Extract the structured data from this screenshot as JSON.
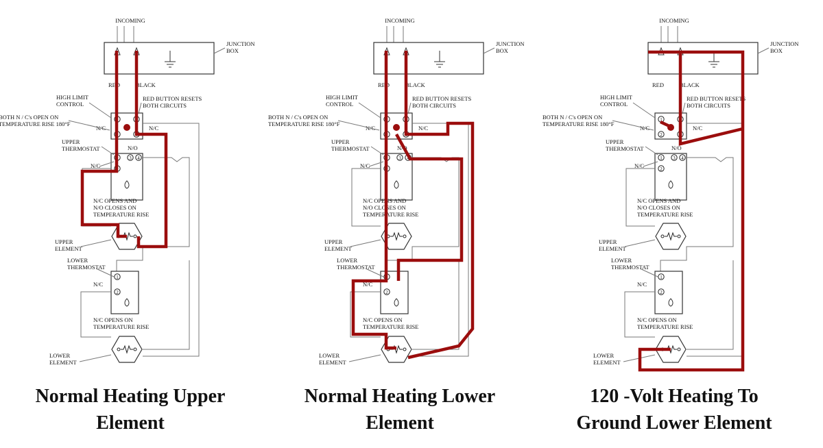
{
  "colors": {
    "wire_red": "#9b0d0d",
    "line": "#333333",
    "background": "#ffffff"
  },
  "labels": {
    "incoming": "INCOMING",
    "junction_box": [
      "JUNCTION",
      "BOX"
    ],
    "red": "RED",
    "black": "BLACK",
    "high_limit": [
      "HIGH LIMIT",
      "CONTROL"
    ],
    "red_button": [
      "RED BUTTON RESETS",
      "BOTH CIRCUITS"
    ],
    "both_nc": [
      "BOTH N / C's OPEN ON",
      "TEMPERATURE RISE 180°F"
    ],
    "nc": "N/C",
    "no": "N/O",
    "upper_thermostat": [
      "UPPER",
      "THERMOSTAT"
    ],
    "upper_opens": [
      "N/C OPENS AND",
      "N/O CLOSES ON",
      "TEMPERATURE RISE"
    ],
    "upper_element": [
      "UPPER",
      "ELEMENT"
    ],
    "lower_thermostat": [
      "LOWER",
      "THERMOSTAT"
    ],
    "lower_opens": [
      "N/C OPENS ON",
      "TEMPERATURE RISE"
    ],
    "lower_element": [
      "LOWER",
      "ELEMENT"
    ],
    "term_1": "1",
    "term_2": "2",
    "term_3": "3",
    "term_4": "4"
  },
  "panels": [
    {
      "caption": [
        "Normal Heating Upper",
        "Element"
      ]
    },
    {
      "caption": [
        "Normal Heating Lower",
        "Element"
      ]
    },
    {
      "caption": [
        "120 -Volt Heating To",
        "Ground Lower Element"
      ]
    }
  ]
}
